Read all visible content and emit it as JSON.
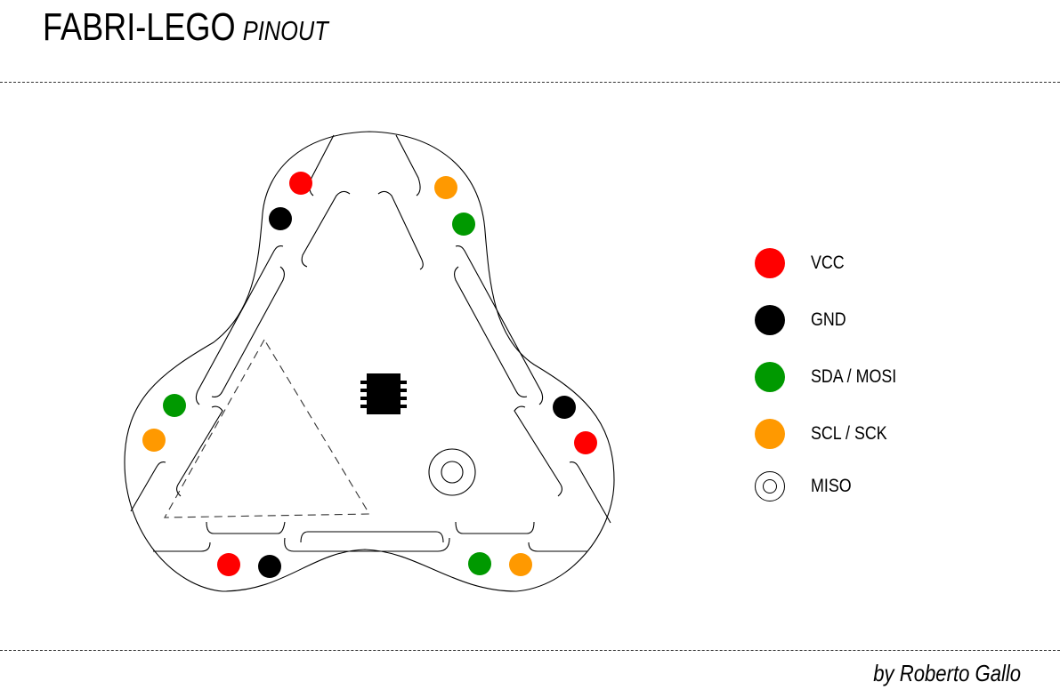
{
  "header": {
    "title": "FABRI-LEGO",
    "subtitle": "PINOUT"
  },
  "legend": [
    {
      "label": "VCC",
      "color": "#ff0000"
    },
    {
      "label": "GND",
      "color": "#000000"
    },
    {
      "label": "SDA / MOSI",
      "color": "#009900"
    },
    {
      "label": "SCL / SCK",
      "color": "#ff9900"
    },
    {
      "label": "MISO",
      "color": "none"
    }
  ],
  "pins": [
    {
      "signal": "VCC",
      "color": "#ff0000"
    },
    {
      "signal": "GND",
      "color": "#000000"
    },
    {
      "signal": "SCL / SCK",
      "color": "#ff9900"
    },
    {
      "signal": "SDA / MOSI",
      "color": "#009900"
    },
    {
      "signal": "SDA / MOSI",
      "color": "#009900"
    },
    {
      "signal": "SCL / SCK",
      "color": "#ff9900"
    },
    {
      "signal": "GND",
      "color": "#000000"
    },
    {
      "signal": "VCC",
      "color": "#ff0000"
    },
    {
      "signal": "VCC",
      "color": "#ff0000"
    },
    {
      "signal": "GND",
      "color": "#000000"
    },
    {
      "signal": "SDA / MOSI",
      "color": "#009900"
    },
    {
      "signal": "SCL / SCK",
      "color": "#ff9900"
    }
  ],
  "footer": {
    "credit": "by Roberto Gallo"
  }
}
